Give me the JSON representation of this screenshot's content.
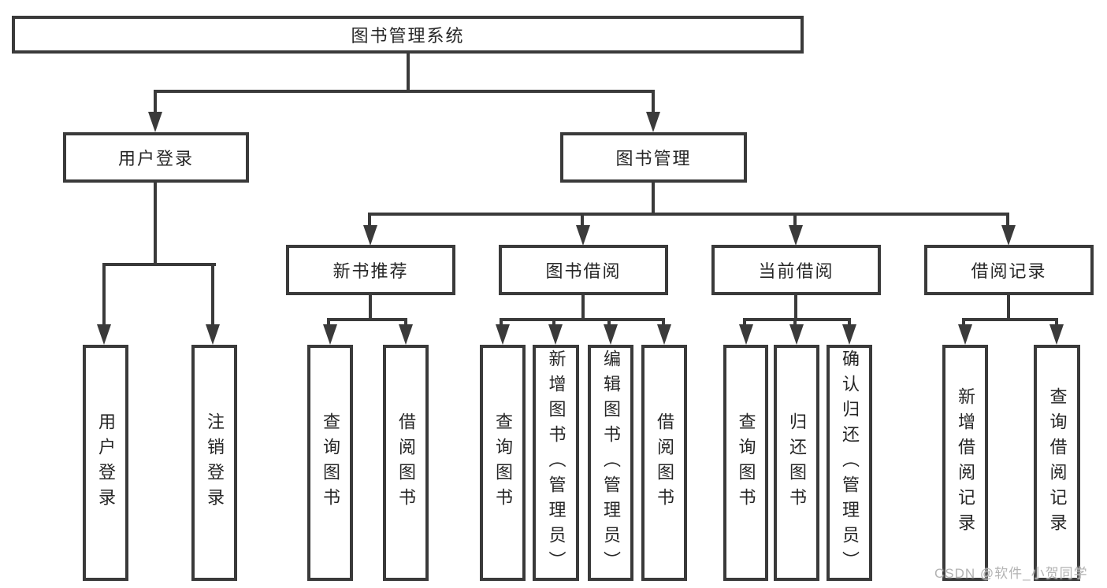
{
  "diagram": {
    "type": "hierarchy-tree",
    "root": "图书管理系统",
    "l2": [
      "用户登录",
      "图书管理"
    ],
    "l3": [
      "新书推荐",
      "图书借阅",
      "当前借阅",
      "借阅记录"
    ],
    "leaves": [
      "用户登录",
      "注销登录",
      "查询图书",
      "借阅图书",
      "查询图书",
      "新增图书（管理员）",
      "编辑图书（管理员）",
      "借阅图书",
      "查询图书",
      "归还图书",
      "确认归还（管理员）",
      "新增借阅记录",
      "查询借阅记录"
    ],
    "edges": [
      [
        "图书管理系统",
        "用户登录"
      ],
      [
        "图书管理系统",
        "图书管理"
      ],
      [
        "用户登录",
        "用户登录(叶)"
      ],
      [
        "用户登录",
        "注销登录"
      ],
      [
        "图书管理",
        "新书推荐"
      ],
      [
        "图书管理",
        "图书借阅"
      ],
      [
        "图书管理",
        "当前借阅"
      ],
      [
        "图书管理",
        "借阅记录"
      ],
      [
        "新书推荐",
        "查询图书"
      ],
      [
        "新书推荐",
        "借阅图书"
      ],
      [
        "图书借阅",
        "查询图书"
      ],
      [
        "图书借阅",
        "新增图书（管理员）"
      ],
      [
        "图书借阅",
        "编辑图书（管理员）"
      ],
      [
        "图书借阅",
        "借阅图书"
      ],
      [
        "当前借阅",
        "查询图书"
      ],
      [
        "当前借阅",
        "归还图书"
      ],
      [
        "当前借阅",
        "确认归还（管理员）"
      ],
      [
        "借阅记录",
        "新增借阅记录"
      ],
      [
        "借阅记录",
        "查询借阅记录"
      ]
    ],
    "colors": {
      "line": "#3a3a3a",
      "text": "#262626",
      "background": "#ffffff",
      "watermark_text": "#b3b3b3"
    },
    "watermark": "CSDN @软件_小贺同学"
  }
}
